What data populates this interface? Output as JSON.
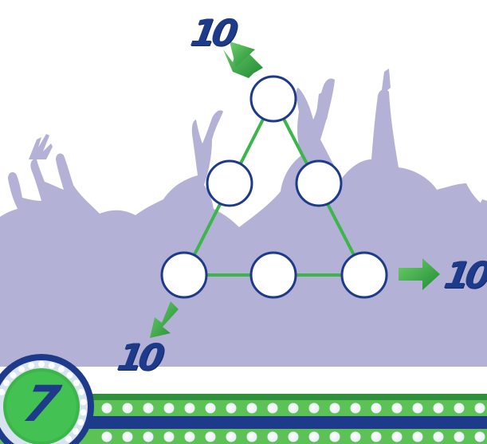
{
  "puzzle": {
    "sum_top": "10",
    "sum_right": "10",
    "sum_left": "10",
    "circles": [
      "",
      "",
      "",
      "",
      "",
      ""
    ]
  },
  "badge": {
    "level": "7"
  },
  "colors": {
    "crowd": "#b3b2d6",
    "line": "#3cb54a",
    "arrow": "#3fae3f",
    "circle_stroke": "#1e3a8a",
    "label": "#1e3a8a",
    "badge_green": "#3cb54a",
    "stripe_blue": "#1e3a8a"
  }
}
